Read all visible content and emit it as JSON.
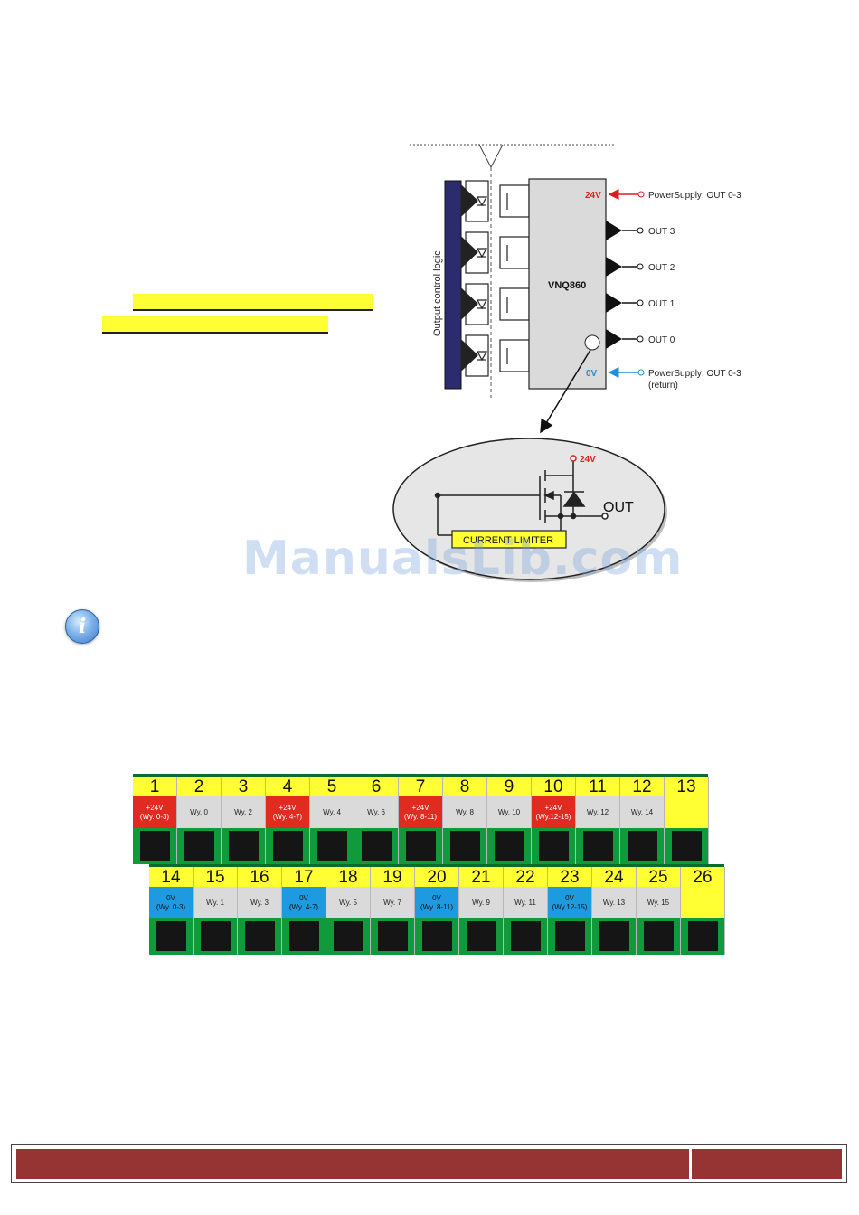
{
  "diagram": {
    "side_label": "Output control logic",
    "chip_label": "VNQ860",
    "v24": "24V",
    "v0": "0V",
    "supply_in": "PowerSupply: OUT 0-3",
    "supply_return": "PowerSupply: OUT 0-3",
    "supply_return_note": "(return)",
    "outputs": [
      "OUT 3",
      "OUT 2",
      "OUT 1",
      "OUT 0"
    ],
    "zoom": {
      "v24": "24V",
      "out": "OUT",
      "limiter": "CURRENT LIMITER"
    }
  },
  "watermark": "ManualsLib.com",
  "colors": {
    "red": "#e02b20",
    "blue": "#1e9be0",
    "grey": "#dadada",
    "yellow": "#ffff33",
    "green": "#0f9a3c",
    "footer": "#963333"
  },
  "terminals": {
    "row1": [
      {
        "num": "1",
        "label": "+24V\n(Wy. 0-3)",
        "color": "red"
      },
      {
        "num": "2",
        "label": "Wy. 0",
        "color": "grey"
      },
      {
        "num": "3",
        "label": "Wy. 2",
        "color": "grey"
      },
      {
        "num": "4",
        "label": "+24V\n(Wy. 4-7)",
        "color": "red"
      },
      {
        "num": "5",
        "label": "Wy. 4",
        "color": "grey"
      },
      {
        "num": "6",
        "label": "Wy. 6",
        "color": "grey"
      },
      {
        "num": "7",
        "label": "+24V\n(Wy. 8-11)",
        "color": "red"
      },
      {
        "num": "8",
        "label": "Wy. 8",
        "color": "grey"
      },
      {
        "num": "9",
        "label": "Wy. 10",
        "color": "grey"
      },
      {
        "num": "10",
        "label": "+24V\n(Wy.12-15)",
        "color": "red"
      },
      {
        "num": "11",
        "label": "Wy. 12",
        "color": "grey"
      },
      {
        "num": "12",
        "label": "Wy. 14",
        "color": "grey"
      },
      {
        "num": "13",
        "label": "",
        "color": "yellow"
      }
    ],
    "row2": [
      {
        "num": "14",
        "label": "0V\n(Wy. 0-3)",
        "color": "blue"
      },
      {
        "num": "15",
        "label": "Wy. 1",
        "color": "grey"
      },
      {
        "num": "16",
        "label": "Wy. 3",
        "color": "grey"
      },
      {
        "num": "17",
        "label": "0V\n(Wy. 4-7)",
        "color": "blue"
      },
      {
        "num": "18",
        "label": "Wy. 5",
        "color": "grey"
      },
      {
        "num": "19",
        "label": "Wy. 7",
        "color": "grey"
      },
      {
        "num": "20",
        "label": "0V\n(Wy. 8-11)",
        "color": "blue"
      },
      {
        "num": "21",
        "label": "Wy. 9",
        "color": "grey"
      },
      {
        "num": "22",
        "label": "Wy. 11",
        "color": "grey"
      },
      {
        "num": "23",
        "label": "0V\n(Wy.12-15)",
        "color": "blue"
      },
      {
        "num": "24",
        "label": "Wy. 13",
        "color": "grey"
      },
      {
        "num": "25",
        "label": "Wy. 15",
        "color": "grey"
      },
      {
        "num": "26",
        "label": "",
        "color": "yellow"
      }
    ]
  }
}
